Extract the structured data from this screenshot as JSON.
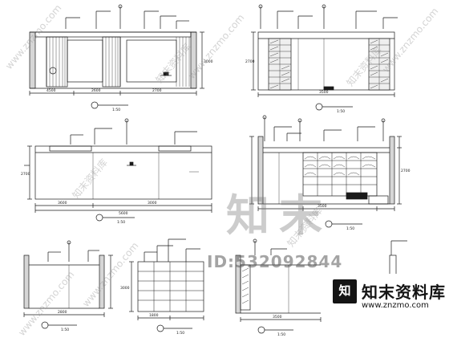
{
  "drawing": {
    "elevations": [
      {
        "id": "elev-a",
        "scale": "1:50",
        "dims": [
          "4500",
          "2600",
          "2700",
          "3000"
        ]
      },
      {
        "id": "elev-b",
        "scale": "1:50",
        "dims": [
          "3500",
          "2700"
        ]
      },
      {
        "id": "elev-c",
        "scale": "1:50",
        "dims": [
          "2700",
          "3600",
          "5600",
          "3000"
        ]
      },
      {
        "id": "elev-d",
        "scale": "1:50",
        "dims": [
          "3500",
          "2700"
        ]
      },
      {
        "id": "elev-e",
        "scale": "1:50",
        "dims": [
          "2800"
        ]
      },
      {
        "id": "elev-f",
        "scale": "1:50",
        "dims": [
          "1800",
          "3000"
        ]
      },
      {
        "id": "elev-g",
        "scale": "1:50",
        "dims": [
          "3500"
        ]
      }
    ]
  },
  "watermarks": {
    "big_mark": "知末",
    "id_text": "ID:532092844",
    "brand_name": "知末资料库",
    "brand_url": "www.znzmo.com",
    "diagonal_site": "www.znzmo.com",
    "diagonal_brand": "知末资料库",
    "logo_glyph": "知"
  },
  "colors": {
    "line": "#1a1a1a",
    "hatch": "#444444",
    "watermark": "#8c8c8c"
  }
}
